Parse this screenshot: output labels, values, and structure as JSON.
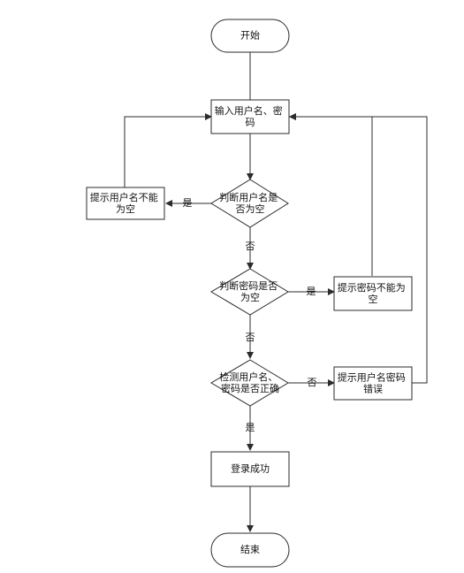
{
  "nodes": {
    "start": {
      "label": [
        "开始"
      ]
    },
    "input": {
      "label": [
        "输入用户名、密",
        "码"
      ]
    },
    "check_username": {
      "label": [
        "判断用户名是",
        "否为空"
      ]
    },
    "username_empty_msg": {
      "label": [
        "提示用户名不能",
        "为空"
      ]
    },
    "check_password": {
      "label": [
        "判断密码是否",
        "为空"
      ]
    },
    "password_empty_msg": {
      "label": [
        "提示密码不能为",
        "空"
      ]
    },
    "verify_credentials": {
      "label": [
        "检测用户名、",
        "密码是否正确"
      ]
    },
    "credentials_error_msg": {
      "label": [
        "提示用户名密码",
        "错误"
      ]
    },
    "login_success": {
      "label": [
        "登录成功"
      ]
    },
    "end": {
      "label": [
        "结束"
      ]
    }
  },
  "edges": {
    "username_yes": "是",
    "username_no": "否",
    "password_yes": "是",
    "password_no": "否",
    "verify_no": "否",
    "verify_yes": "是"
  }
}
